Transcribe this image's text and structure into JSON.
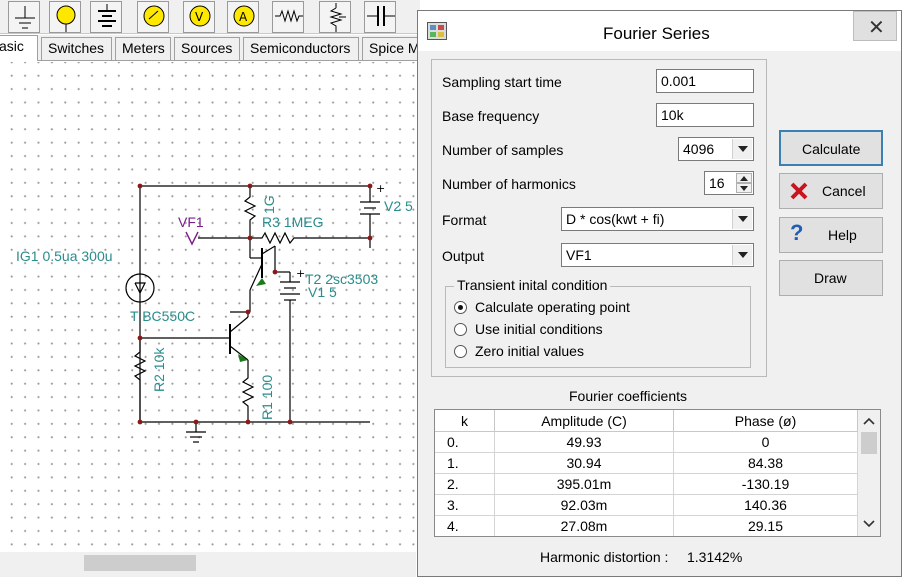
{
  "editor": {
    "tabs": [
      "asic",
      "Switches",
      "Meters",
      "Sources",
      "Semiconductors",
      "Spice M"
    ],
    "active_tab": "asic",
    "toolbar_icons": [
      "ground-icon",
      "lamp-icon",
      "battery-icon",
      "voltmeter-icon",
      "voltmeter-icon",
      "ammeter-icon",
      "resistor-icon",
      "potentiometer-icon",
      "capacitor-icon"
    ],
    "schematic": {
      "labels": {
        "vf1": "VF1",
        "ig1": "IG1 0.5ua 300u",
        "r1g": "1G",
        "r3": "R3 1MEG",
        "v2": "V2 5",
        "t2": "T2 2sc3503",
        "v1": "V1 5",
        "t1": "T BC550C",
        "r2": "R2 10k",
        "r1": "R1 100"
      }
    }
  },
  "dialog": {
    "title": "Fourier Series",
    "fields": {
      "sampling_start_time": {
        "label": "Sampling start time",
        "value": "0.001"
      },
      "base_frequency": {
        "label": "Base frequency",
        "value": "10k"
      },
      "number_of_samples": {
        "label": "Number of samples",
        "value": "4096"
      },
      "number_of_harmonics": {
        "label": "Number of harmonics",
        "value": "16"
      },
      "format": {
        "label": "Format",
        "value": "D * cos(kwt + fi)"
      },
      "output": {
        "label": "Output",
        "value": "VF1"
      }
    },
    "transient": {
      "title": "Transient inital condition",
      "options": [
        "Calculate operating point",
        "Use initial conditions",
        "Zero initial values"
      ],
      "selected": "Calculate operating point"
    },
    "buttons": {
      "calculate": "Calculate",
      "cancel": "Cancel",
      "help": "Help",
      "draw": "Draw"
    },
    "coefficients": {
      "title": "Fourier coefficients",
      "columns": [
        "k",
        "Amplitude (C)",
        "Phase (ø)"
      ],
      "rows": [
        [
          "0.",
          "49.93",
          "0"
        ],
        [
          "1.",
          "30.94",
          "84.38"
        ],
        [
          "2.",
          "395.01m",
          "-130.19"
        ],
        [
          "3.",
          "92.03m",
          "140.36"
        ],
        [
          "4.",
          "27.08m",
          "29.15"
        ]
      ]
    },
    "distortion": {
      "label": "Harmonic distortion :",
      "value": "1.3142%"
    }
  }
}
